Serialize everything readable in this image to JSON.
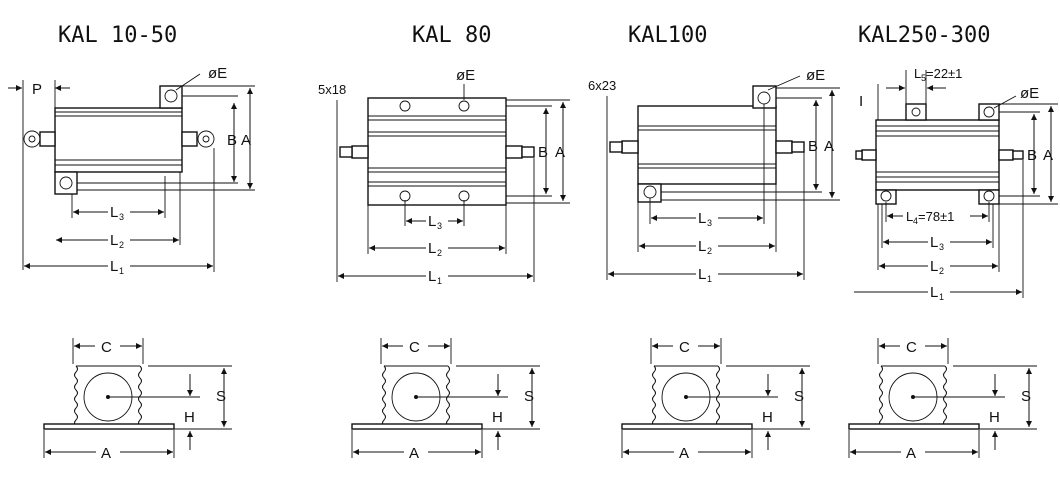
{
  "models": [
    {
      "title": "KAL  10-50",
      "labels": {
        "p": "P",
        "e": "øE",
        "b": "B",
        "a": "A",
        "l3": "L",
        "l3sub": "3",
        "l2": "L",
        "l2sub": "2",
        "l1": "L",
        "l1sub": "1"
      }
    },
    {
      "title": "KAL  80",
      "labels": {
        "thread": "5x18",
        "e": "øE",
        "b": "B",
        "a": "A",
        "l3": "L",
        "l3sub": "3",
        "l2": "L",
        "l2sub": "2",
        "l1": "L",
        "l1sub": "1"
      }
    },
    {
      "title": "KAL100",
      "labels": {
        "thread": "6x23",
        "e": "øE",
        "b": "B",
        "a": "A",
        "l3": "L",
        "l3sub": "3",
        "l2": "L",
        "l2sub": "2",
        "l1": "L",
        "l1sub": "1"
      }
    },
    {
      "title": "KAL250-300",
      "labels": {
        "i": "I",
        "l5": "L",
        "l5sub": "5",
        "l5val": "=22±1",
        "e": "øE",
        "b": "B",
        "a": "A",
        "l4": "L",
        "l4sub": "4",
        "l4val": "=78±1",
        "l3": "L",
        "l3sub": "3",
        "l2": "L",
        "l2sub": "2",
        "l1": "L",
        "l1sub": "1"
      }
    }
  ],
  "side_views": [
    {
      "c": "C",
      "s": "S",
      "h": "H",
      "a": "A"
    },
    {
      "c": "C",
      "s": "S",
      "h": "H",
      "a": "A"
    },
    {
      "c": "C",
      "s": "S",
      "h": "H",
      "a": "A"
    },
    {
      "c": "C",
      "s": "S",
      "h": "H",
      "a": "A"
    }
  ]
}
